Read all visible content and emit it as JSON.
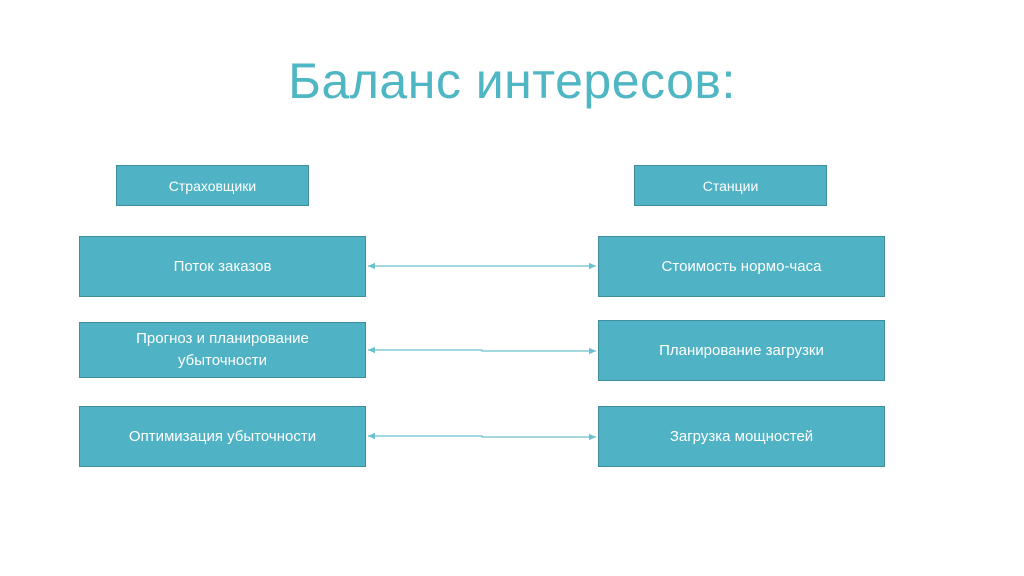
{
  "title": "Баланс интересов:",
  "left": {
    "header": "Страховщики",
    "items": [
      "Поток заказов",
      "Прогноз и планирование\nубыточности",
      "Оптимизация убыточности"
    ]
  },
  "right": {
    "header": "Станции",
    "items": [
      "Стоимость нормо-часа",
      "Планирование загрузки",
      "Загрузка мощностей"
    ]
  },
  "colors": {
    "title": "#4fb6c4",
    "box_fill": "#4fb3c5",
    "box_border": "#3e8e9d",
    "connector": "#6cc1cf"
  },
  "connectors": [
    {
      "from": "left.items.0",
      "to": "right.items.0",
      "direction": "both"
    },
    {
      "from": "left.items.1",
      "to": "right.items.1",
      "direction": "both"
    },
    {
      "from": "left.items.2",
      "to": "right.items.2",
      "direction": "both"
    }
  ]
}
